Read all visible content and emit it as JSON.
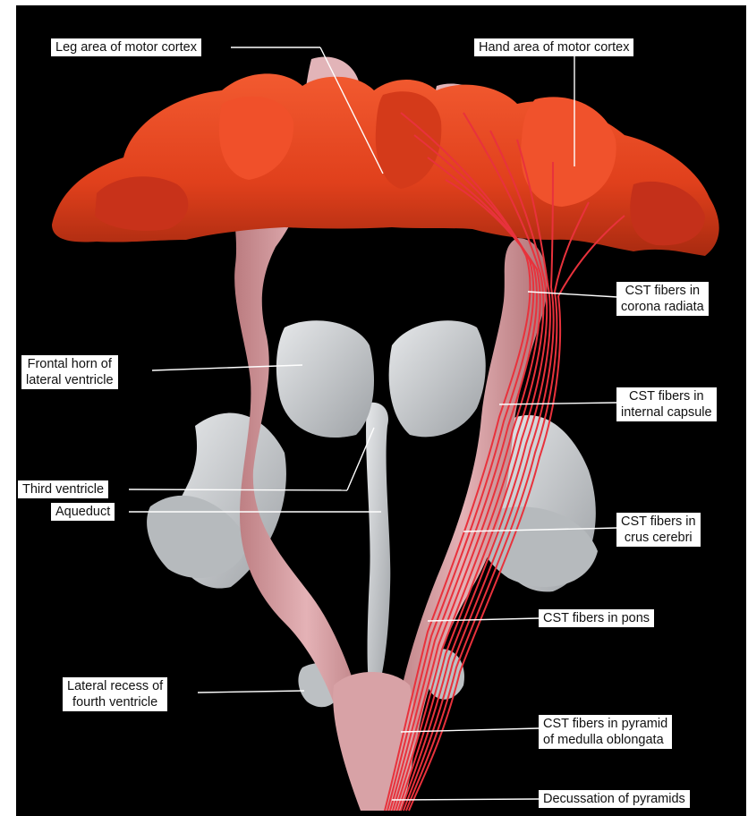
{
  "labels": {
    "leg_area": "Leg area of motor cortex",
    "hand_area": "Hand area of motor cortex",
    "cst_corona": [
      "CST fibers in",
      "corona radiata"
    ],
    "frontal_horn": [
      "Frontal horn of",
      "lateral ventricle"
    ],
    "cst_internal": [
      "CST fibers in",
      "internal capsule"
    ],
    "third_ventricle": "Third ventricle",
    "aqueduct": "Aqueduct",
    "cst_crus": [
      "CST fibers in",
      "crus cerebri"
    ],
    "cst_pons": "CST fibers in pons",
    "lateral_recess": [
      "Lateral recess of",
      "fourth ventricle"
    ],
    "cst_pyramid": [
      "CST fibers in pyramid",
      "of medulla oblongata"
    ],
    "decussation": "Decussation of pyramids"
  },
  "colors": {
    "background": "#000000",
    "cortex": "#e8401c",
    "cortex_dark": "#a8240c",
    "ventricle_pink": "#d9a0a4",
    "ventricle_gray": "#c4c8ca",
    "cst_fiber": "#e8323c",
    "leader_line": "#ffffff"
  }
}
